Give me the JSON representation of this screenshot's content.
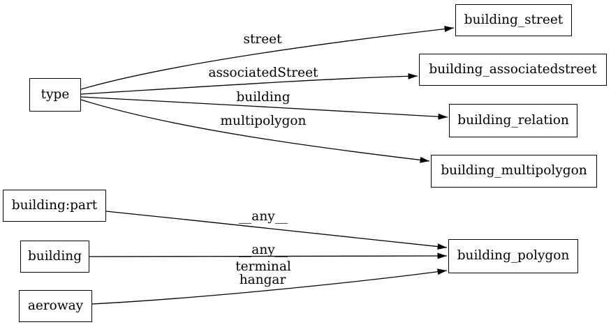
{
  "diagram": {
    "colors": {
      "background": "#ffffff",
      "foreground": "#000000"
    },
    "nodes": {
      "type": {
        "label": "type"
      },
      "building_street": {
        "label": "building_street"
      },
      "building_associatedstreet": {
        "label": "building_associatedstreet"
      },
      "building_relation": {
        "label": "building_relation"
      },
      "building_multipolygon": {
        "label": "building_multipolygon"
      },
      "building_part": {
        "label": "building:part"
      },
      "building": {
        "label": "building"
      },
      "aeroway": {
        "label": "aeroway"
      },
      "building_polygon": {
        "label": "building_polygon"
      }
    },
    "edge_labels": {
      "street": "street",
      "associatedStreet": "associatedStreet",
      "building": "building",
      "multipolygon": "multipolygon",
      "any_part": "__any__",
      "any_building": "__any__",
      "terminal": "terminal",
      "hangar": "hangar"
    },
    "edges": [
      {
        "from": "type",
        "to": "building_street",
        "label": "street"
      },
      {
        "from": "type",
        "to": "building_associatedstreet",
        "label": "associatedStreet"
      },
      {
        "from": "type",
        "to": "building_relation",
        "label": "building"
      },
      {
        "from": "type",
        "to": "building_multipolygon",
        "label": "multipolygon"
      },
      {
        "from": "building:part",
        "to": "building_polygon",
        "label": "__any__"
      },
      {
        "from": "building",
        "to": "building_polygon",
        "label": "__any__"
      },
      {
        "from": "aeroway",
        "to": "building_polygon",
        "label": "terminal hangar"
      }
    ]
  }
}
